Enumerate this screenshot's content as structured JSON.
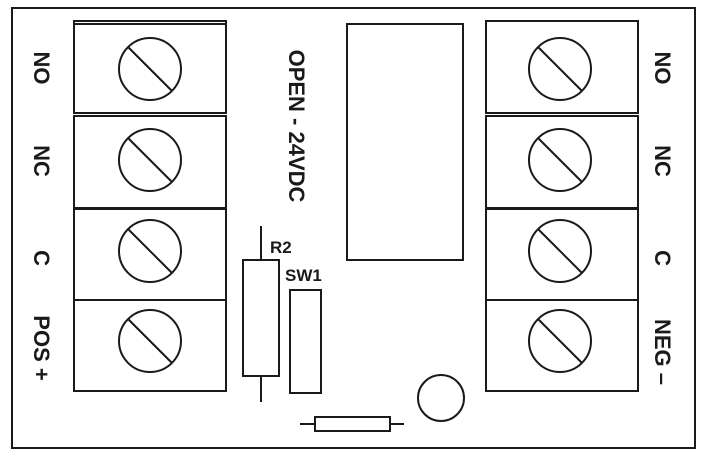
{
  "board": {
    "outline_color": "#1a1a1a",
    "background": "#ffffff"
  },
  "left_terminals": [
    {
      "label": "NO"
    },
    {
      "label": "NC"
    },
    {
      "label": "C"
    },
    {
      "label": "POS +"
    }
  ],
  "right_terminals": [
    {
      "label": "NO"
    },
    {
      "label": "NC"
    },
    {
      "label": "C"
    },
    {
      "label": "NEG –"
    }
  ],
  "center_label": "OPEN - 24VDC",
  "components": {
    "resistor_label": "R2",
    "switch_label": "SW1"
  },
  "icons": {
    "terminal_screw": "screw-slot-icon",
    "relay": "relay-block-icon",
    "led": "round-led-icon"
  }
}
